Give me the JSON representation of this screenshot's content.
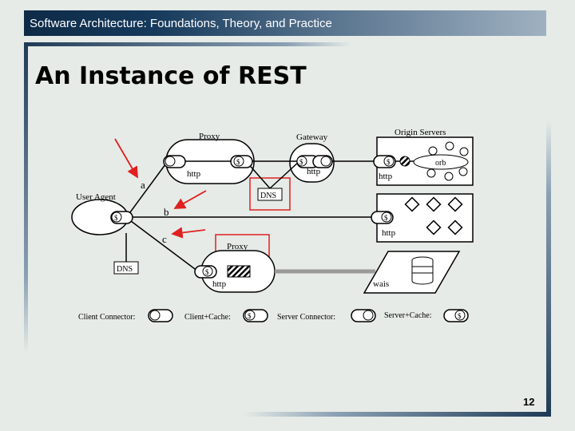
{
  "header": {
    "course_title": "Software Architecture: Foundations, Theory, and Practice"
  },
  "slide": {
    "title": "An Instance of REST",
    "page_number": "12"
  },
  "diagram": {
    "labels": {
      "proxy_top": "Proxy",
      "gateway": "Gateway",
      "origin_servers": "Origin Servers",
      "user_agent": "User Agent",
      "dns_mid": "DNS",
      "dns_left": "DNS",
      "proxy_bottom": "Proxy",
      "http_proxy": "http",
      "http_gateway": "http",
      "http_origin1": "http",
      "http_origin2": "http",
      "http_bottom": "http",
      "orb": "orb",
      "wais": "wais",
      "path_a": "a",
      "path_b": "b",
      "path_c": "c"
    },
    "legend": {
      "client_connector": "Client Connector:",
      "client_cache": "Client+Cache:",
      "server_connector": "Server Connector:",
      "server_cache": "Server+Cache:"
    },
    "connector_glyph": "$",
    "colors": {
      "highlight": "#e02020",
      "arrow": "#e02020",
      "line": "#000000"
    }
  }
}
